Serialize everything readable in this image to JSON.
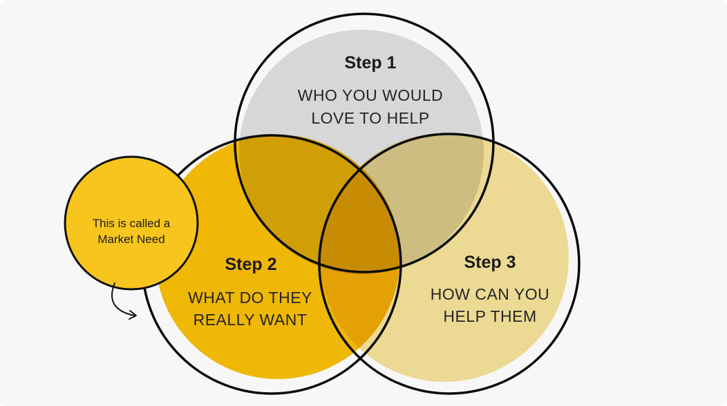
{
  "colors": {
    "page_background": "#FFFFFF",
    "canvas_background": "#F7F7F8",
    "outline_stroke": "#0B0B0B",
    "title_text": "#1B1B1B",
    "body_text": "#242424",
    "overlap_step1_step2": "#DFAE02",
    "overlap_step1_step3": "#DECC84",
    "overlap_step2_step3": "#F8A90B",
    "overlap_center": "#E0A004"
  },
  "venn": {
    "step1": {
      "title": "Step 1",
      "line1": "WHO YOU WOULD",
      "line2": "LOVE TO HELP",
      "fill": "#DEDEDE"
    },
    "step2": {
      "title": "Step 2",
      "line1": "WHAT DO THEY",
      "line2": "REALLY WANT",
      "fill": "#F7BD06"
    },
    "step3": {
      "title": "Step 3",
      "line1": "HOW CAN YOU",
      "line2": "HELP THEM",
      "fill": "#F4E097"
    },
    "callout": {
      "line1": "This is called a",
      "line2": "Market Need",
      "fill": "#F7C51D"
    }
  }
}
